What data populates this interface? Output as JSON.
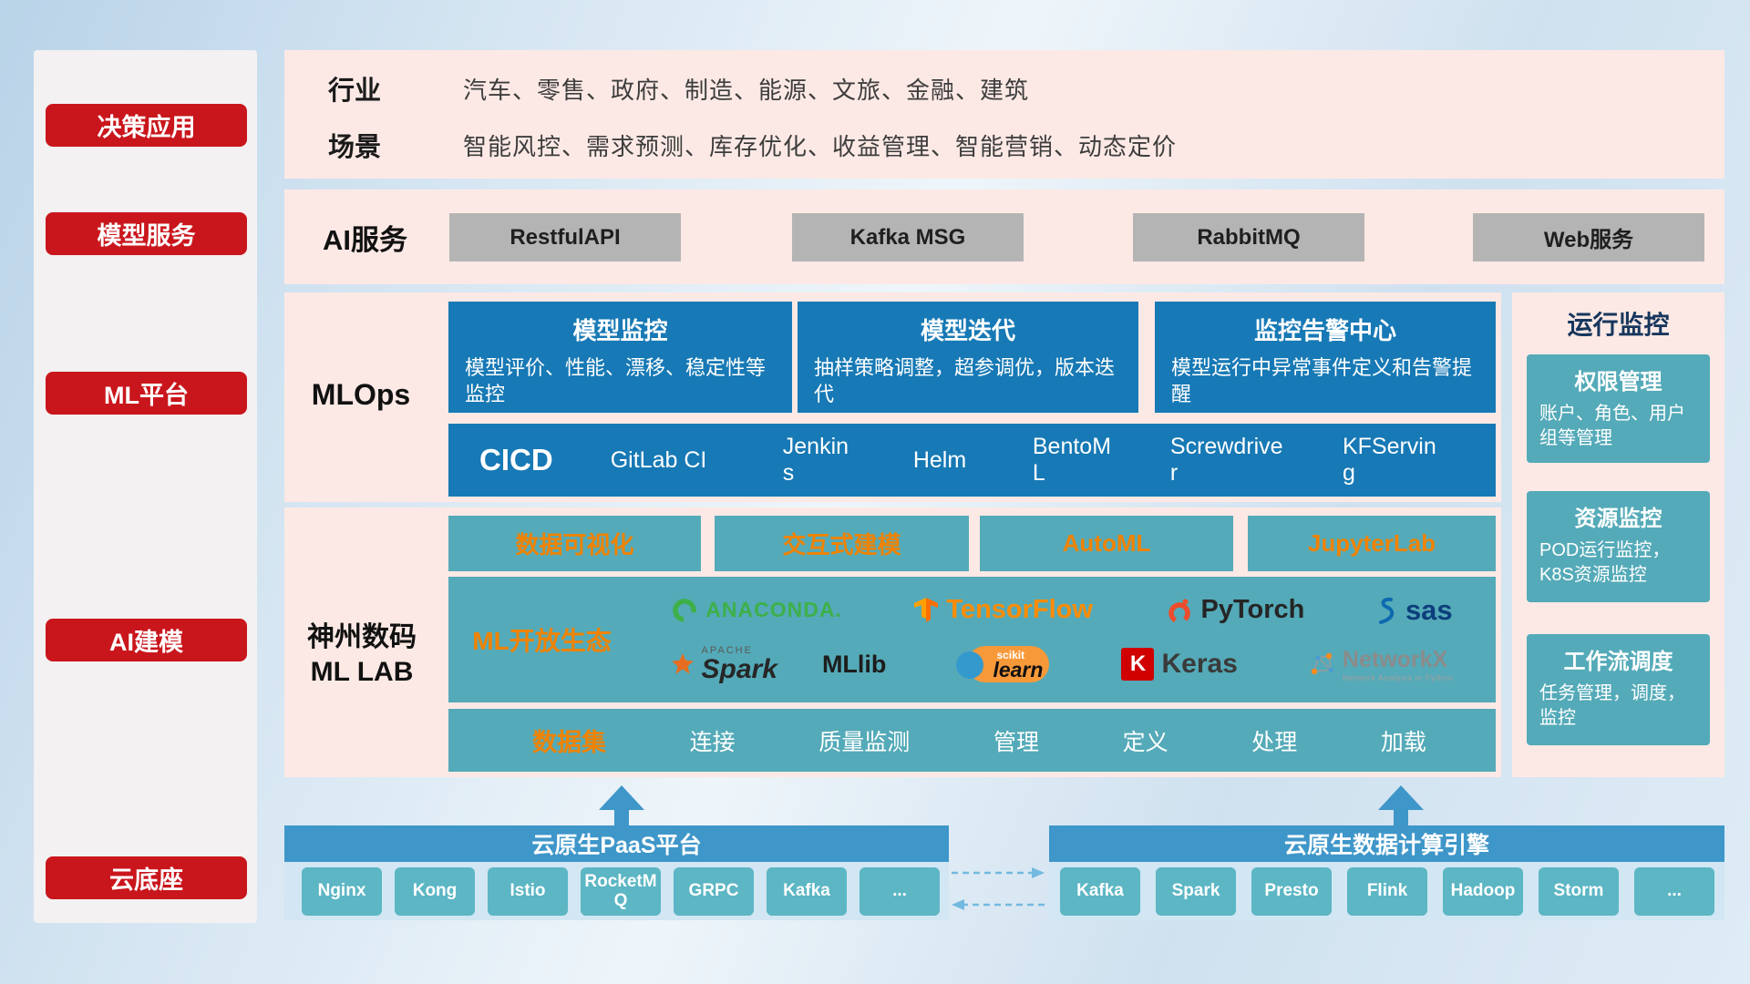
{
  "colors": {
    "accent_red": "#c9161c",
    "band_pink": "#fce9e5",
    "card_blue": "#1779b5",
    "teal": "#54aab8",
    "bottom_blue": "#3e96c9",
    "chip_teal": "#5cb6c4",
    "orange": "#f08300",
    "gray_button": "#b4b4b4"
  },
  "sidebar": {
    "items": [
      "决策应用",
      "模型服务",
      "ML平台",
      "AI建模",
      "云底座"
    ]
  },
  "industry_band": {
    "rows": [
      {
        "label": "行业",
        "text": "汽车、零售、政府、制造、能源、文旅、金融、建筑"
      },
      {
        "label": "场景",
        "text": "智能风控、需求预测、库存优化、收益管理、智能营销、动态定价"
      }
    ]
  },
  "ai_service_band": {
    "label": "AI服务",
    "buttons": [
      "RestfulAPI",
      "Kafka MSG",
      "RabbitMQ",
      "Web服务"
    ]
  },
  "mlops_band": {
    "label": "MLOps",
    "cards": [
      {
        "title": "模型监控",
        "desc": "模型评价、性能、漂移、稳定性等监控"
      },
      {
        "title": "模型迭代",
        "desc": "抽样策略调整，超参调优，版本迭代"
      },
      {
        "title": "监控告警中心",
        "desc": "模型运行中异常事件定义和告警提醒"
      }
    ],
    "cicd_label": "CICD",
    "cicd_items": [
      "GitLab CI",
      "Jenkins",
      "Helm",
      "BentoML",
      "Screwdriver",
      "KFServing"
    ]
  },
  "mllab_band": {
    "label_line1": "神州数码",
    "label_line2": "ML LAB",
    "tools": [
      "数据可视化",
      "交互式建模",
      "AutoML",
      "JupyterLab"
    ],
    "ecosystem": {
      "label": "ML开放生态",
      "anaconda": "ANACONDA.",
      "tensorflow": "TensorFlow",
      "pytorch": "PyTorch",
      "sas": "sas",
      "apache": "APACHE",
      "spark": "Spark",
      "mllib": "MLlib",
      "sklearn_top": "scikit",
      "sklearn_main": "learn",
      "keras_k": "K",
      "keras": "Keras",
      "networkx": "NetworkX",
      "networkx_sub": "Network Analysis in Python"
    },
    "dataset": {
      "label": "数据集",
      "items": [
        "连接",
        "质量监测",
        "管理",
        "定义",
        "处理",
        "加载"
      ]
    }
  },
  "monitor_column": {
    "title": "运行监控",
    "cards": [
      {
        "title": "权限管理",
        "desc": "账户、角色、用户组等管理"
      },
      {
        "title": "资源监控",
        "desc": "POD运行监控，K8S资源监控"
      },
      {
        "title": "工作流调度",
        "desc": "任务管理，调度，监控"
      }
    ]
  },
  "bottom": {
    "paas": {
      "title": "云原生PaaS平台",
      "items": [
        "Nginx",
        "Kong",
        "Istio",
        "RocketMQ",
        "GRPC",
        "Kafka",
        "..."
      ]
    },
    "engine": {
      "title": "云原生数据计算引擎",
      "items": [
        "Kafka",
        "Spark",
        "Presto",
        "Flink",
        "Hadoop",
        "Storm",
        "..."
      ]
    }
  }
}
